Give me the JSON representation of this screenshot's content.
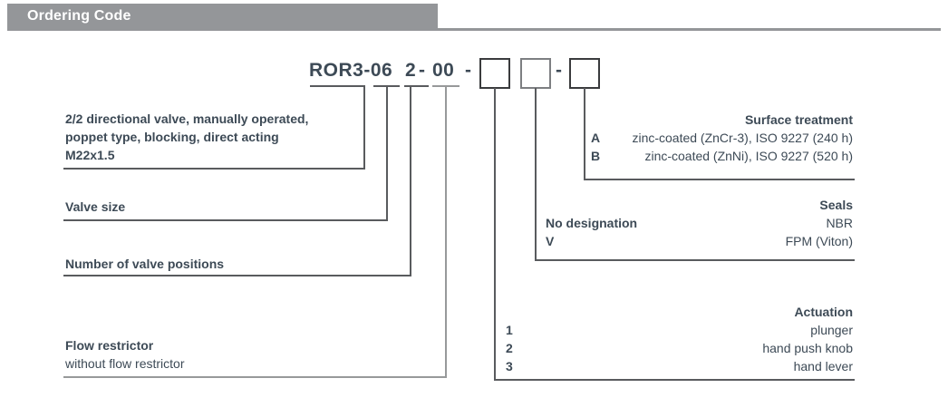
{
  "header": {
    "title": "Ordering Code"
  },
  "code": {
    "model": "ROR3-06",
    "valve_positions": "2",
    "dash1": "-",
    "flow_restrictor": "00",
    "dash2": "-",
    "dash3": "-"
  },
  "left_labels": {
    "description": {
      "line1": "2/2 directional valve, manually operated,",
      "line2": "poppet type, blocking, direct acting",
      "line3": "M22x1.5"
    },
    "valve_size": "Valve size",
    "valve_positions": "Number of valve positions",
    "flow_restrictor": {
      "title": "Flow restrictor",
      "value": "without flow restrictor"
    }
  },
  "surface_treatment": {
    "title": "Surface treatment",
    "options": [
      {
        "code": "A",
        "desc": "zinc-coated (ZnCr-3), ISO 9227 (240 h)"
      },
      {
        "code": "B",
        "desc": "zinc-coated (ZnNi), ISO 9227 (520 h)"
      }
    ]
  },
  "seals": {
    "title": "Seals",
    "options": [
      {
        "code": "No designation",
        "desc": "NBR"
      },
      {
        "code": "V",
        "desc": "FPM (Viton)"
      }
    ]
  },
  "actuation": {
    "title": "Actuation",
    "options": [
      {
        "code": "1",
        "desc": "plunger"
      },
      {
        "code": "2",
        "desc": "hand push knob"
      },
      {
        "code": "3",
        "desc": "hand lever"
      }
    ]
  },
  "colors": {
    "header_bar": "#949699",
    "text_dark": "#3d4a56",
    "line_dark": "#595b5e",
    "line_light": "#97999a"
  }
}
